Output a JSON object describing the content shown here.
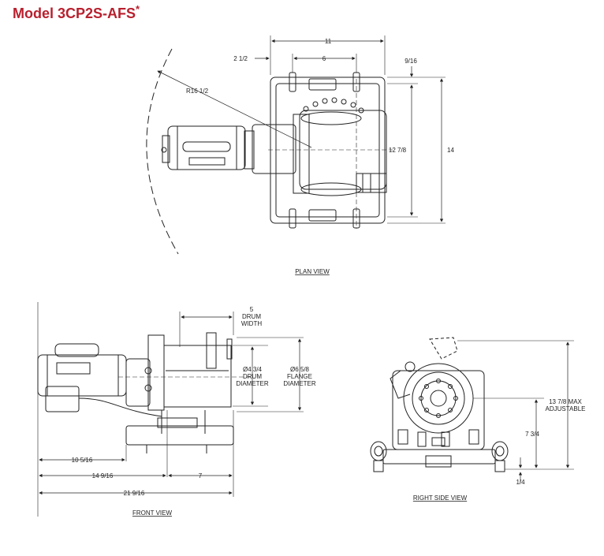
{
  "title": "Model 3CP2S-AFS",
  "title_mark": "*",
  "plan_view": {
    "label": "PLAN VIEW",
    "dims": {
      "overall_width": "11",
      "offset": "2 1/2",
      "center_width": "6",
      "top_offset": "9/16",
      "inner_height": "12 7/8",
      "outer_height": "14",
      "swing_radius": "R16 1/2"
    }
  },
  "front_view": {
    "label": "FRONT VIEW",
    "dims": {
      "drum_width_value": "5",
      "drum_width_l1": "DRUM",
      "drum_width_l2": "WIDTH",
      "drum_dia_value": "Ø4 3/4",
      "drum_dia_l1": "DRUM",
      "drum_dia_l2": "DIAMETER",
      "flange_dia_value": "Ø6 5/8",
      "flange_dia_l1": "FLANGE",
      "flange_dia_l2": "DIAMETER",
      "len_a": "10 5/16",
      "len_b": "14 9/16",
      "len_c": "7",
      "len_total": "21 9/16"
    }
  },
  "side_view": {
    "label": "RIGHT SIDE VIEW",
    "dims": {
      "max_height": "13 7/8 MAX",
      "max_height_l2": "ADJUSTABLE",
      "center_height": "7 3/4",
      "base_offset": "1/4"
    }
  }
}
